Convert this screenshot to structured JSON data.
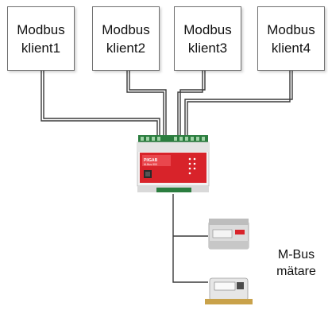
{
  "clients": [
    {
      "line1": "Modbus",
      "line2": "klient1"
    },
    {
      "line1": "Modbus",
      "line2": "klient2"
    },
    {
      "line1": "Modbus",
      "line2": "klient3"
    },
    {
      "line1": "Modbus",
      "line2": "klient4"
    }
  ],
  "gateway": {
    "name": "PIIGAB",
    "model": "M-Bus 900"
  },
  "meters_label": {
    "line1": "M-Bus",
    "line2": "mätare"
  },
  "colors": {
    "box_border": "#6f6f6f",
    "wire": "#3a3a3a",
    "gateway_red": "#d8232a",
    "terminal_green": "#1f8f3a"
  }
}
